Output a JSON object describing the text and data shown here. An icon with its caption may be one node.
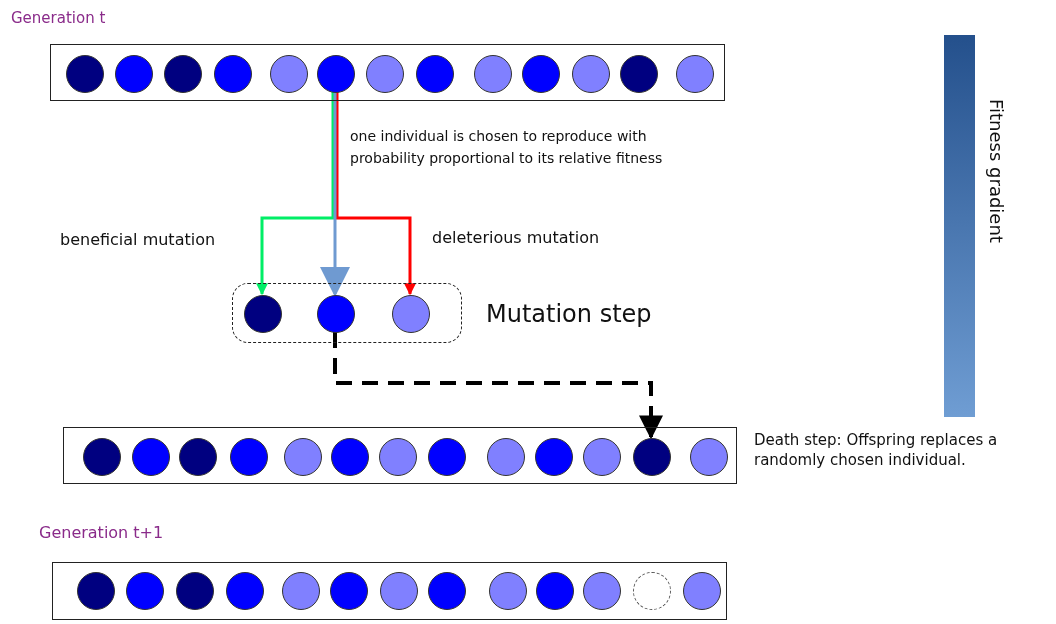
{
  "diagram": {
    "nodes": [
      {
        "text": [
          "Generation t"
        ]
      },
      {
        "text": [],
        "shape": "circle",
        "in": 0
      },
      {
        "text": [],
        "shape": "circle",
        "in": 0
      },
      {
        "text": [],
        "shape": "circle",
        "in": 0
      },
      {
        "text": [],
        "shape": "circle",
        "in": 0
      },
      {
        "text": [],
        "shape": "circle",
        "in": 0
      },
      {
        "text": [],
        "shape": "circle",
        "in": 0
      },
      {
        "text": [],
        "shape": "circle",
        "in": 0
      },
      {
        "text": [],
        "shape": "circle",
        "in": 0
      },
      {
        "text": [],
        "shape": "circle",
        "in": 0
      },
      {
        "text": [],
        "shape": "circle",
        "in": 0
      },
      {
        "text": [],
        "shape": "circle",
        "in": 0
      },
      {
        "text": [],
        "shape": "circle",
        "in": 0
      },
      {
        "text": [],
        "shape": "circle",
        "in": 0
      },
      {
        "text": [],
        "shape": "box",
        "beside": [
          "Mutation step"
        ]
      },
      {
        "text": [],
        "shape": "circle",
        "in": 14
      },
      {
        "text": [],
        "shape": "circle",
        "in": 14
      },
      {
        "text": [],
        "shape": "circle",
        "in": 14
      },
      {
        "text": [],
        "shape": "box",
        "beside": [
          "Death step: Offspring replaces a randomly chosen individual."
        ]
      },
      {
        "text": [],
        "shape": "circle",
        "in": 18
      },
      {
        "text": [],
        "shape": "circle",
        "in": 18
      },
      {
        "text": [],
        "shape": "circle",
        "in": 18
      },
      {
        "text": [],
        "shape": "circle",
        "in": 18
      },
      {
        "text": [],
        "shape": "circle",
        "in": 18
      },
      {
        "text": [],
        "shape": "circle",
        "in": 18
      },
      {
        "text": [],
        "shape": "circle",
        "in": 18
      },
      {
        "text": [],
        "shape": "circle",
        "in": 18
      },
      {
        "text": [],
        "shape": "circle",
        "in": 18
      },
      {
        "text": [],
        "shape": "circle",
        "in": 18
      },
      {
        "text": [],
        "shape": "circle",
        "in": 18
      },
      {
        "text": [],
        "shape": "circle",
        "in": 18
      },
      {
        "text": [],
        "shape": "circle",
        "in": 18
      },
      {
        "text": [
          "Generation t+1"
        ]
      },
      {
        "text": [],
        "shape": "circle",
        "in": 32
      },
      {
        "text": [],
        "shape": "circle",
        "in": 32
      },
      {
        "text": [],
        "shape": "circle",
        "in": 32
      },
      {
        "text": [],
        "shape": "circle",
        "in": 32
      },
      {
        "text": [],
        "shape": "circle",
        "in": 32
      },
      {
        "text": [],
        "shape": "circle",
        "in": 32
      },
      {
        "text": [],
        "shape": "circle",
        "in": 32
      },
      {
        "text": [],
        "shape": "circle",
        "in": 32
      },
      {
        "text": [],
        "shape": "circle",
        "in": 32
      },
      {
        "text": [],
        "shape": "circle",
        "in": 32
      },
      {
        "text": [],
        "shape": "circle",
        "in": 32
      },
      {
        "text": [],
        "shape": "circle",
        "in": 32
      },
      {
        "text": [],
        "shape": "circle",
        "in": 32
      },
      {
        "text": [],
        "shape": "bar",
        "beside": [
          "Fitness gradient"
        ]
      }
    ],
    "edges": [
      {
        "from": 6,
        "to": 15,
        "arrow": "to",
        "label": "beneficial mutation",
        "color": "#00ee66"
      },
      {
        "from": 6,
        "to": 16,
        "arrow": "to",
        "label": "one individual is chosen to reproduce with probability proportional to its relative fitness",
        "color": "#6f9ad1"
      },
      {
        "from": 6,
        "to": 17,
        "arrow": "to",
        "label": "deleterious mutation",
        "color": "#ff0000"
      },
      {
        "from": 16,
        "to": 30,
        "arrow": "to",
        "style": "dashed",
        "color": "#000000"
      }
    ]
  }
}
